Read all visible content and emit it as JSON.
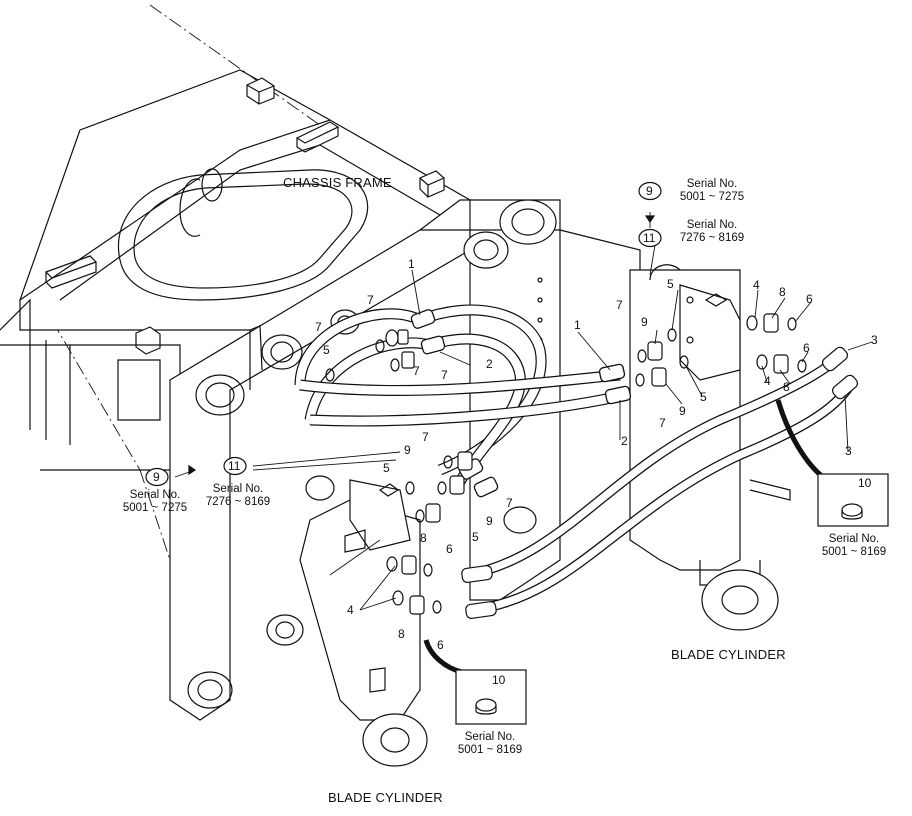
{
  "labels": {
    "chassis_frame": "CHASSIS FRAME",
    "blade_cylinder_right": "BLADE CYLINDER",
    "blade_cylinder_left": "BLADE CYLINDER"
  },
  "serial_notes": {
    "top": {
      "ref_a": "9",
      "text_a1": "Serial No.",
      "text_a2": "5001 ~ 7275",
      "ref_b": "11",
      "text_b1": "Serial No.",
      "text_b2": "7276 ~ 8169"
    },
    "left": {
      "ref_a": "9",
      "text_a1": "Serial No.",
      "text_a2": "5001 ~ 7275",
      "ref_b": "11",
      "text_b1": "Serial No.",
      "text_b2": "7276 ~ 8169"
    },
    "right_box": {
      "ref": "10",
      "text1": "Serial No.",
      "text2": "5001 ~ 8169"
    },
    "bottom_box": {
      "ref": "10",
      "text1": "Serial No.",
      "text2": "5001 ~ 8169"
    }
  },
  "callouts": {
    "c1a": "1",
    "c1b": "1",
    "c2a": "2",
    "c2b": "2",
    "c3a": "3",
    "c3b": "3",
    "c4a": "4",
    "c4b": "4",
    "c4c": "4",
    "c5a": "5",
    "c5b": "5",
    "c5c": "5",
    "c5d": "5",
    "c5e": "5",
    "c6a": "6",
    "c6b": "6",
    "c6c": "6",
    "c6d": "6",
    "c7a": "7",
    "c7b": "7",
    "c7c": "7",
    "c7d": "7",
    "c7e": "7",
    "c7f": "7",
    "c7g": "7",
    "c7h": "7",
    "c8a": "8",
    "c8b": "8",
    "c8c": "8",
    "c8d": "8",
    "c9a": "9",
    "c9b": "9",
    "c9c": "9",
    "c9d": "9"
  },
  "icons": [
    "cap-plug-icon",
    "hose-assembly-icon",
    "blade-cylinder-icon",
    "chassis-frame-icon"
  ]
}
